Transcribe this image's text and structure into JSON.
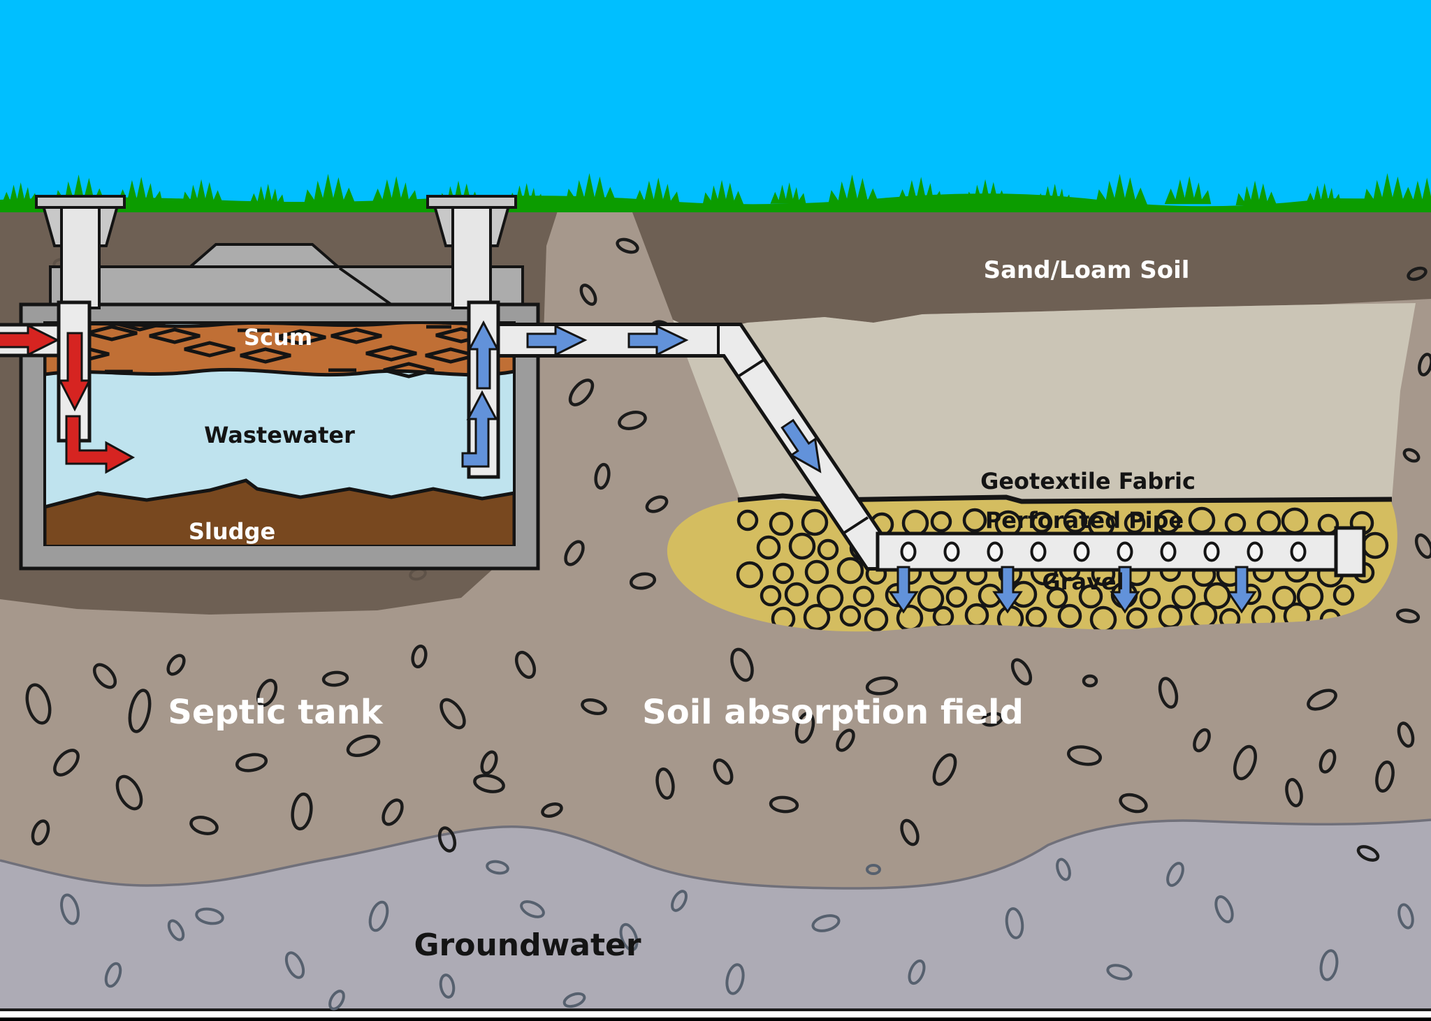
{
  "diagram": {
    "labels": {
      "scum": "Scum",
      "wastewater": "Wastewater",
      "sludge": "Sludge",
      "septic_tank": "Septic tank",
      "soil_absorption_field": "Soil absorption field",
      "groundwater": "Groundwater",
      "sand_loam_soil": "Sand/Loam Soil",
      "geotextile_fabric": "Geotextile Fabric",
      "perforated_pipe": "Perforated Pipe",
      "gravel": "Gravel"
    },
    "palette": {
      "sky": "#00BFFF",
      "grass": "#0C9C00",
      "soil": "#A6988C",
      "dark_soil": "#6E6054",
      "sand_loam": "#CBC5B6",
      "gravel_bed": "#D4BD60",
      "groundwater": "#ADABB5",
      "tank_wall": "#9C9C9C",
      "tank_lid": "#ACACAC",
      "riser": "#E6E6E6",
      "riser_cap": "#C8C8C8",
      "pipe": "#EBEBEB",
      "wastewater": "#BFE3EE",
      "scum": "#C06F35",
      "sludge": "#78481F",
      "arrow_red": "#D62421",
      "arrow_blue": "#6292DA",
      "outline": "#141414",
      "water_pebble": "#56606E",
      "water_line": "#70707A"
    }
  }
}
